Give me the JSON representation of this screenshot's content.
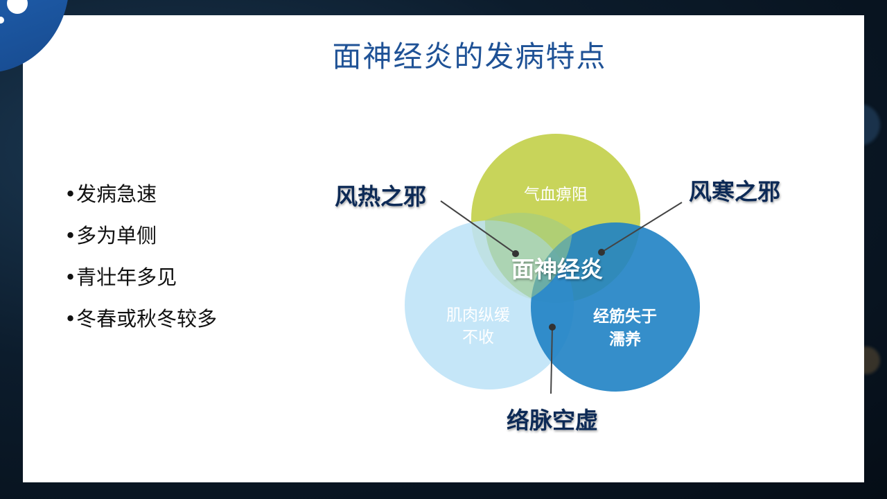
{
  "title": "面神经炎的发病特点",
  "bullets": [
    "•发病急速",
    "•多为单侧",
    "•青壮年多见",
    "•冬春或秋冬较多"
  ],
  "venn": {
    "center_label": "面神经炎",
    "circles": {
      "top": {
        "label": "气血痹阻",
        "color": "#c8d45a"
      },
      "left": {
        "label_line1": "肌肉纵缓",
        "label_line2": "不收",
        "color": "#bde3f7"
      },
      "right": {
        "label_line1": "经筋失于",
        "label_line2": "濡养",
        "color": "#1f82c4"
      }
    },
    "callouts": {
      "wind_heat": "风热之邪",
      "wind_cold": "风寒之邪",
      "vessel_void": "络脉空虚"
    }
  },
  "colors": {
    "title": "#1f5296",
    "callout_text": "#0f2c56",
    "accent_blue": "#174a8e"
  }
}
